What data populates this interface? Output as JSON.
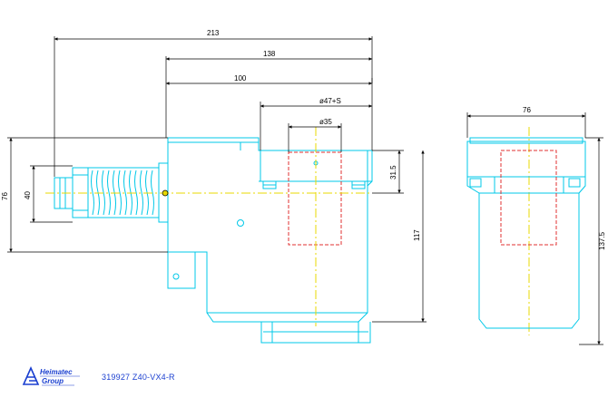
{
  "drawing": {
    "part_code": "319927 Z40-VX4-R",
    "logo_text": "Heimatec Group",
    "dimensions": {
      "total_length": "213",
      "length_138": "138",
      "length_100": "100",
      "bore_p47": "ø47+S",
      "bore_35": "ø35",
      "side_width": "76",
      "left_height": "76",
      "shank_dia": "40",
      "offset_31_5": "31.5",
      "height_117": "117",
      "height_137_5": "137.5"
    },
    "colors": {
      "outline": "#00c8e8",
      "hidden": "#e03030",
      "centerline": "#e8d800",
      "dimension": "#000000",
      "brand": "#1a3fd0"
    }
  }
}
